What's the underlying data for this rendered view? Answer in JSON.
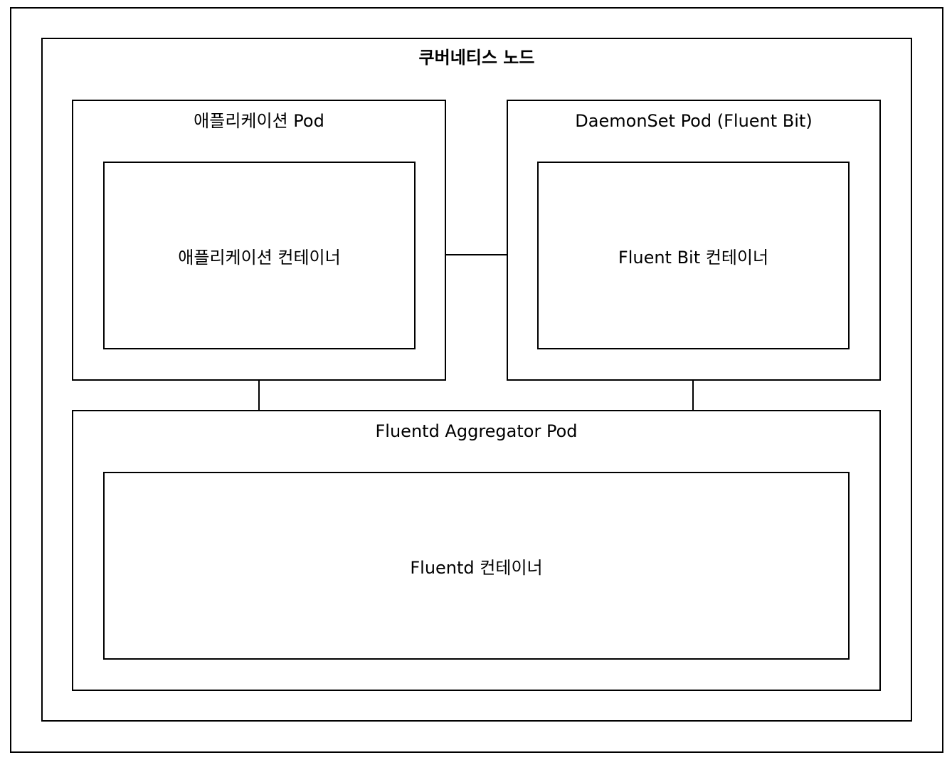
{
  "outer": {},
  "node": {
    "title": "쿠버네티스 노드"
  },
  "app_pod": {
    "title": "애플리케이션 Pod",
    "container": "애플리케이션 컨테이너"
  },
  "daemonset_pod": {
    "title": "DaemonSet Pod (Fluent Bit)",
    "container": "Fluent Bit 컨테이너"
  },
  "aggregator_pod": {
    "title": "Fluentd Aggregator Pod",
    "container": "Fluentd 컨테이너"
  }
}
